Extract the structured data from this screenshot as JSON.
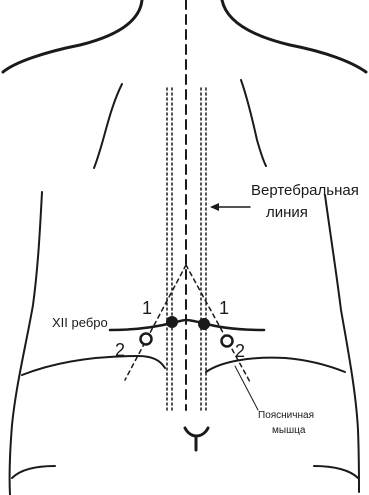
{
  "labels": {
    "vertebral_line_1": "Вертебральная",
    "vertebral_line_2": "линия",
    "rib": "XII ребро",
    "point_1_left": "1",
    "point_1_right": "1",
    "point_2_left": "2",
    "point_2_right": "2",
    "psoas_1": "Поясничная",
    "psoas_2": "мышца"
  },
  "colors": {
    "ink": "#1a1a1a",
    "background": "#ffffff"
  }
}
